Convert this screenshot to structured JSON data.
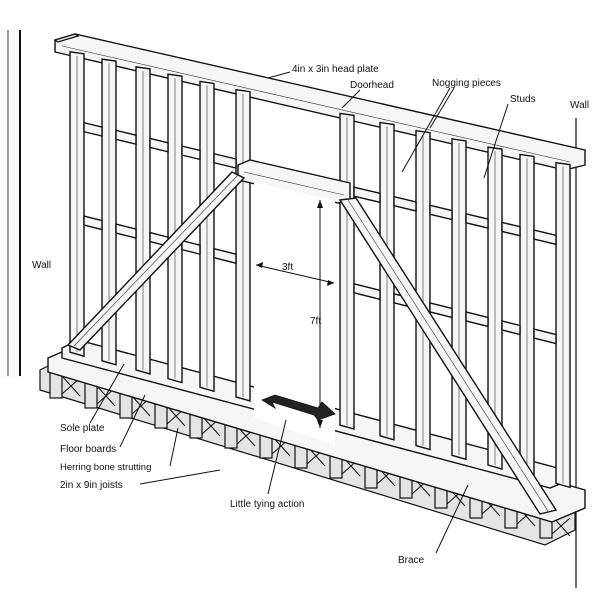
{
  "labels": {
    "head_plate": "4in x 3in head plate",
    "doorhead": "Doorhead",
    "nogging": "Nogging pieces",
    "studs": "Studs",
    "wall_right": "Wall",
    "wall_left": "Wall",
    "door_width": "3ft",
    "door_height": "7ft",
    "sole_plate": "Sole plate",
    "floor_boards": "Floor boards",
    "strutting": "Herring bone strutting",
    "joists": "2in x 9in joists",
    "tying_action": "Little tying action",
    "brace": "Brace"
  },
  "colors": {
    "ink": "#111111",
    "timber": "#f6f6f6",
    "shade": "#e4e4e4",
    "arrow": "#222222"
  }
}
